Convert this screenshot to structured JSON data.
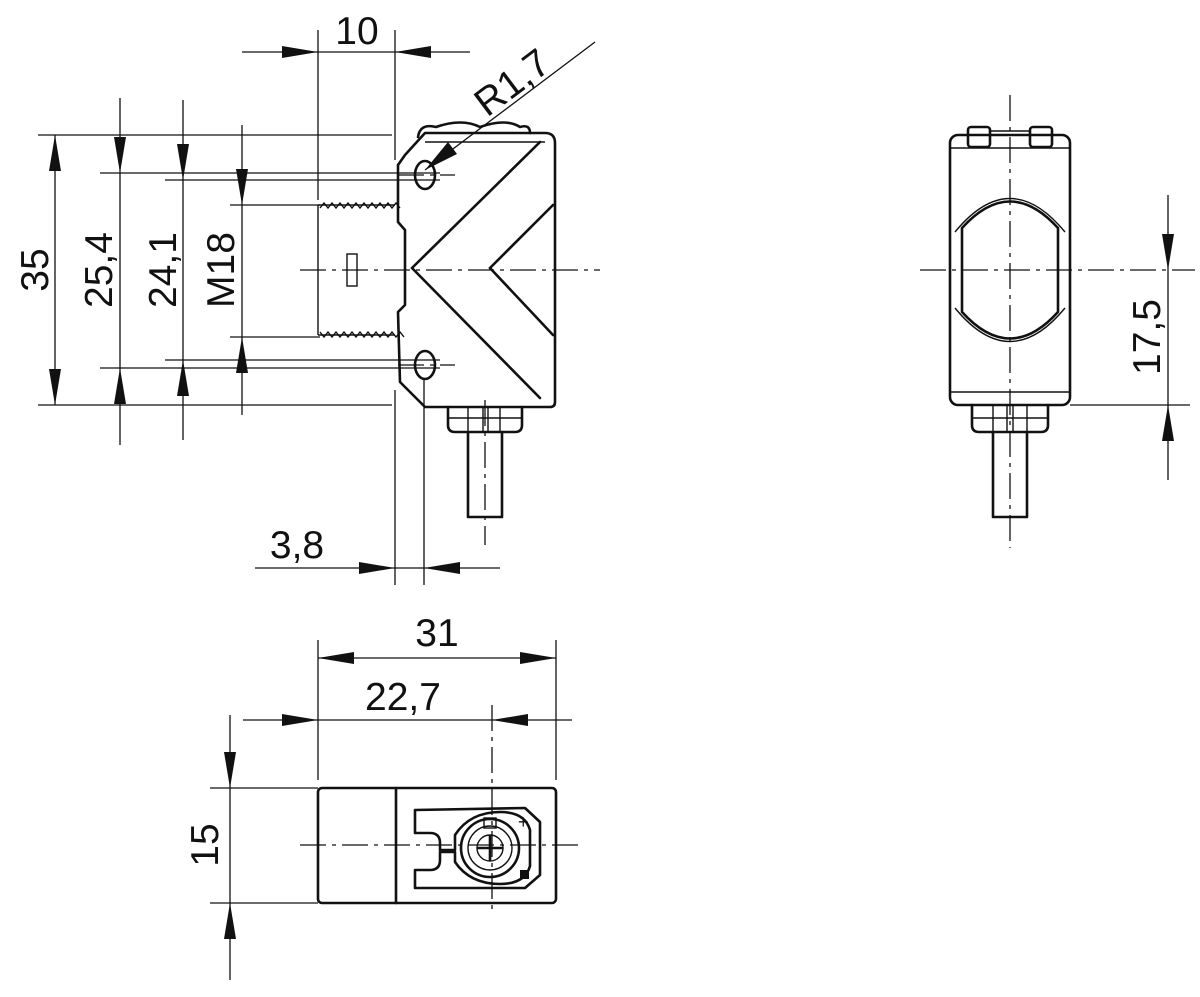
{
  "dimensions": {
    "width_10": "10",
    "radius": "R1,7",
    "height_35": "35",
    "hole_spacing_outer": "25,4",
    "hole_spacing_inner": "24,1",
    "thread": "M18",
    "offset_3_8": "3,8",
    "optical_axis_height": "17,5",
    "length_31": "31",
    "length_22_7": "22,7",
    "width_15": "15"
  },
  "colors": {
    "line": "#111111",
    "background": "#ffffff"
  }
}
